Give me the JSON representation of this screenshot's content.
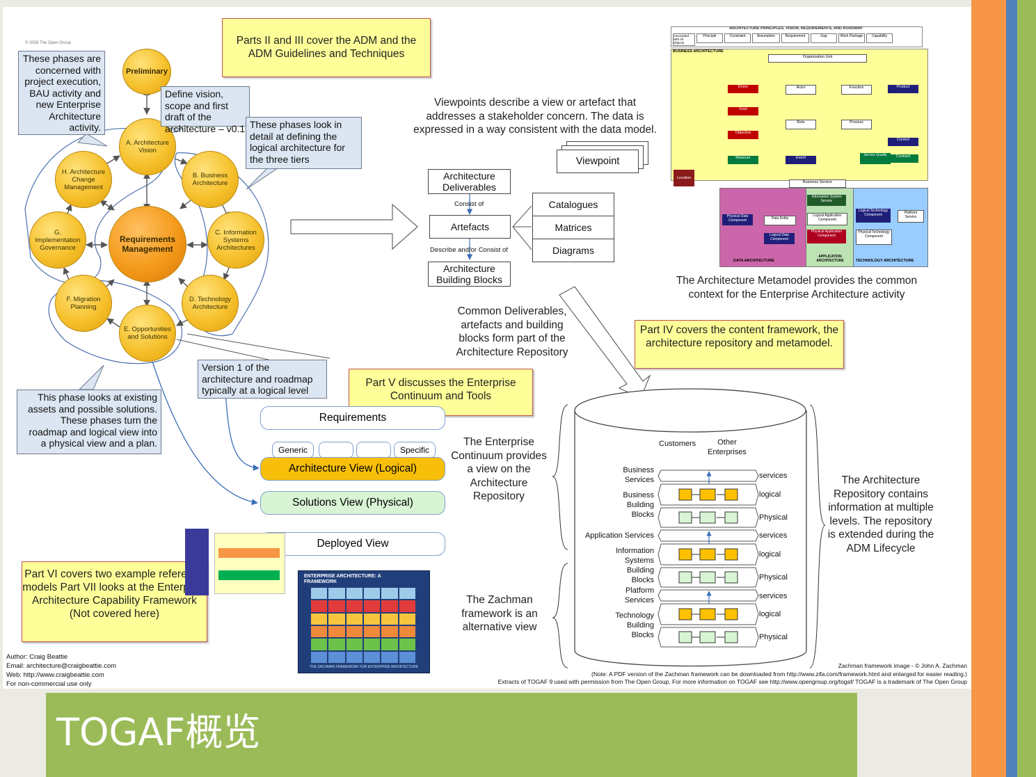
{
  "title": "TOGAF概览",
  "colors": {
    "background": "#ecebe3",
    "title_bar": "#9bbb59",
    "stripe_orange": "#f79646",
    "stripe_blue": "#4f81bd",
    "stripe_green": "#9bbb59",
    "yellow_note": "#ffff99",
    "callout": "#dce6f2",
    "adm_phase": "#f6c12d"
  },
  "adm": {
    "copyright": "© 2008 The Open Group",
    "preliminary": "Preliminary",
    "center": "Requirements Management",
    "phases": {
      "a": "A. Architecture Vision",
      "b": "B. Business Architecture",
      "c": "C. Information Systems Architectures",
      "d": "D. Technology Architecture",
      "e": "E. Opportunities and Solutions",
      "f": "F. Migration Planning",
      "g": "G. Implementation Governance",
      "h": "H. Architecture Change Management"
    }
  },
  "callouts": {
    "execution": "These phases are concerned with project execution, BAU activity and new Enterprise Architecture activity.",
    "vision": "Define vision, scope and first draft of the architecture – v0.1",
    "detail": "These phases look in detail at defining the logical architecture for the three tiers",
    "solutions": "This phase looks at existing assets and possible solutions. These phases turn the roadmap and logical view into a physical view and a plan.",
    "version1": "Version 1 of the architecture and roadmap typically at a logical level"
  },
  "notes": {
    "parts_2_3": "Parts II and III cover the ADM and the ADM Guidelines and Techniques",
    "part_4": "Part  IV covers the content framework, the architecture repository and metamodel.",
    "part_5": "Part V discusses the Enterprise Continuum and Tools",
    "part_6_7": "Part VI covers two example reference models Part VII looks at the Enterprise Architecture Capability Framework (Not covered here)"
  },
  "content": {
    "viewpoints_text": "Viewpoints describe a view or artefact that addresses a stakeholder concern. The data is expressed in a way consistent with the data model.",
    "viewpoint": "Viewpoint",
    "deliverables": "Architecture Deliverables",
    "consist_of": "Consist of",
    "artefacts": "Artefacts",
    "describe": "Describe and/or Consist of",
    "building_blocks": "Architecture Building Blocks",
    "catalogues": "Catalogues",
    "matrices": "Matrices",
    "diagrams": "Diagrams",
    "common_deliverables": "Common Deliverables, artefacts and building blocks form part of the Architecture Repository",
    "metamodel_caption": "The Architecture Metamodel provides the common context for the Enterprise Architecture activity"
  },
  "metamodel": {
    "header": "ARCHITECTURE PRINCIPLES, VISION, REQUIREMENTS, AND ROADMAP",
    "top_items": [
      "Associated with All Objects",
      "Principle",
      "Constraint",
      "Assumption",
      "Requirement",
      "Gap",
      "Work Package",
      "Capability"
    ],
    "business_arch": "BUSINESS ARCHITECTURE",
    "org_unit": "Organization Unit",
    "actor": "Actor",
    "function": "Function",
    "role": "Role",
    "process": "Process",
    "business_service": "Business Service",
    "red": [
      "Driver",
      "Goal",
      "Objective"
    ],
    "green": [
      "Measure",
      "Service Quality",
      "Contract"
    ],
    "navy": [
      "Product",
      "Event",
      "Control"
    ],
    "location": "Location",
    "data_arch": "DATA ARCHITECTURE",
    "app_arch": "APPLICATION ARCHITECTURE",
    "tech_arch": "TECHNOLOGY ARCHITECTURE",
    "data_entity": "Data Entity",
    "physical_data": "Physical Data Component",
    "logical_data": "Logical Data Component",
    "info_service": "Information System Service",
    "logical_app": "Logical Application Component",
    "physical_app": "Physical Application Component",
    "platform_service": "Platform Service",
    "logical_tech": "Logical Technology Component",
    "physical_tech": "Physical Technology Component"
  },
  "continuum": {
    "requirements": "Requirements",
    "generic": "Generic",
    "specific": "Specific",
    "logical_view": "Architecture View (Logical)",
    "physical_view": "Solutions View (Physical)",
    "deployed_view": "Deployed View",
    "continuum_text": "The Enterprise Continuum provides a view on the Architecture Repository",
    "zachman_text": "The Zachman framework is an alternative view"
  },
  "repository": {
    "customers": "Customers",
    "other": "Other Enterprises",
    "left": [
      "Business Services",
      "Business Building Blocks",
      "Application Services",
      "Information Systems Building Blocks",
      "Platform Services",
      "Technology Building Blocks"
    ],
    "right": [
      "services",
      "logical",
      "Physical",
      "services",
      "logical",
      "Physical",
      "services",
      "logical",
      "Physical"
    ],
    "text": "The Architecture Repository contains information at multiple levels. The repository is extended during the ADM Lifecycle"
  },
  "zachman": {
    "title": "ENTERPRISE ARCHITECTURE: A FRAMEWORK",
    "footer": "THE ZACHMAN FRAMEWORK FOR ENTERPRISE ARCHITECTURE"
  },
  "footer": {
    "author": "Author: Craig Beattie",
    "email": "Email: architecture@craigbeattie.com",
    "web": "Web: http://www.craigbeattie.com",
    "license": "For non-commercial use only",
    "zachman_credit": "Zachman framework image - © John A. Zachman",
    "pdf_note": "(Note: A PDF version of the Zachman framework can be downloaded from http://www.zifa.com/framework.html and enlarged for easier reading.)",
    "extracts": "Extracts of TOGAF 9 used with permission from The Open Group. For more information on TOGAF see http://www.opengroup.org/togaf/ TOGAF is a trademark of The Open Group"
  }
}
